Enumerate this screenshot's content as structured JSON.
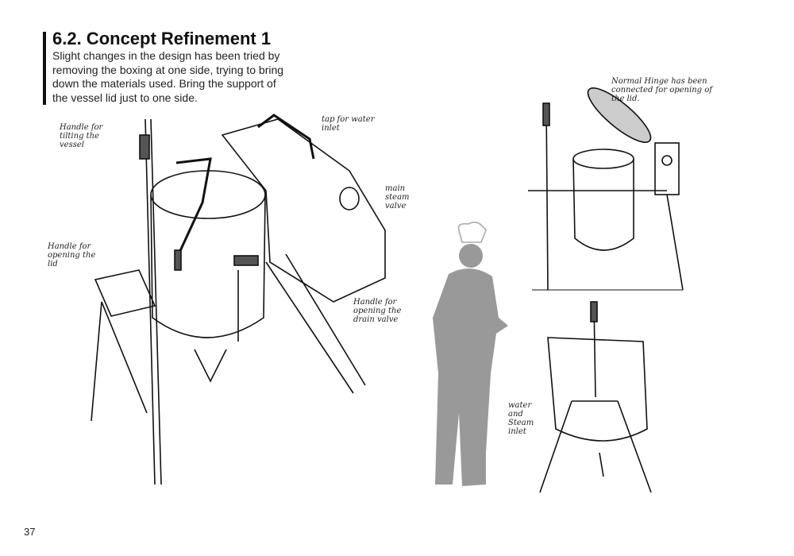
{
  "heading": {
    "title": "6.2.  Concept Refinement 1",
    "description": "Slight changes in the design has been tried by removing the boxing at one side, trying to bring down the materials used. Bring the support of the vessel lid just to one side."
  },
  "labels": {
    "tilt_handle": "Handle for tilting the vessel",
    "water_tap": "tap for water inlet",
    "steam_valve": "main steam valve",
    "lid_handle": "Handle for opening the lid",
    "drain_handle": "Handle for opening the drain valve",
    "hinge": "Normal Hinge has been connected for opening of the lid.",
    "inlet": "water and Steam inlet"
  },
  "page_number": "37"
}
